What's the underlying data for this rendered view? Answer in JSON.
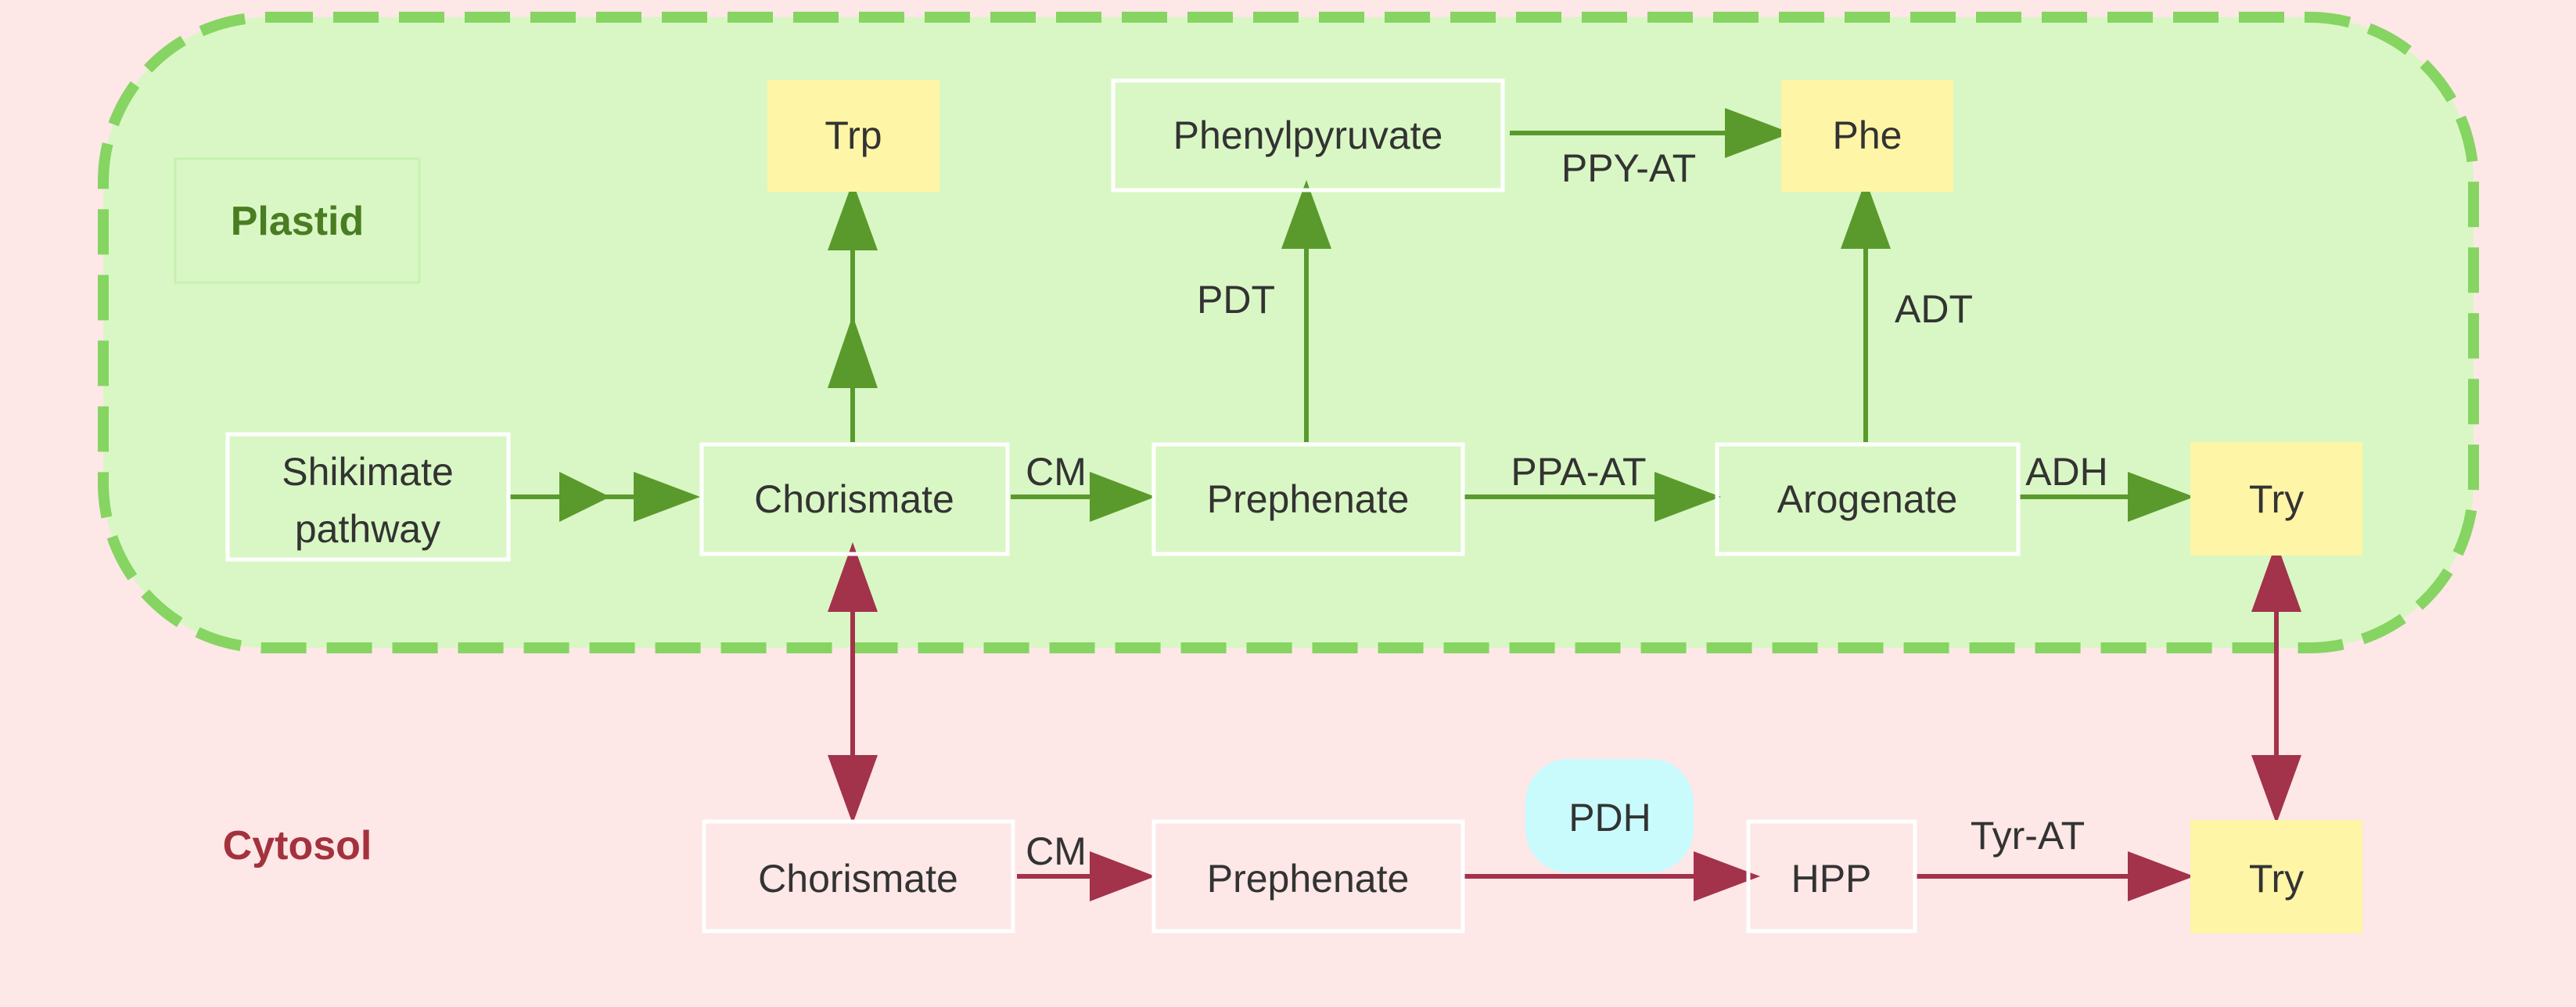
{
  "colors": {
    "background": "#fde7e7",
    "plastid_fill": "#d9f7c4",
    "plastid_border": "#86d462",
    "plastid_text": "#4a7d22",
    "cytosol_text": "#a3323c",
    "plastid_arrow": "#5a9a2c",
    "cytosol_arrow": "#a3324b",
    "product_fill": "#fff5a6",
    "enzyme_fill": "#c9fbfd",
    "node_border": "#ffffff"
  },
  "regions": {
    "plastid": "Plastid",
    "cytosol": "Cytosol"
  },
  "nodes": {
    "trp": "Trp",
    "phenylpyruvate": "Phenylpyruvate",
    "phe": "Phe",
    "shikimate_line1": "Shikimate",
    "shikimate_line2": "pathway",
    "chorismate_plastid": "Chorismate",
    "prephenate_plastid": "Prephenate",
    "arogenate": "Arogenate",
    "tyr_plastid": "Try",
    "chorismate_cytosol": "Chorismate",
    "prephenate_cytosol": "Prephenate",
    "hpp": "HPP",
    "tyr_cytosol": "Try",
    "pdh": "PDH"
  },
  "edge_labels": {
    "cm_plastid": "CM",
    "ppa_at": "PPA-AT",
    "adh": "ADH",
    "pdt": "PDT",
    "ppy_at": "PPY-AT",
    "adt": "ADT",
    "cm_cytosol": "CM",
    "tyr_at": "Tyr-AT"
  }
}
